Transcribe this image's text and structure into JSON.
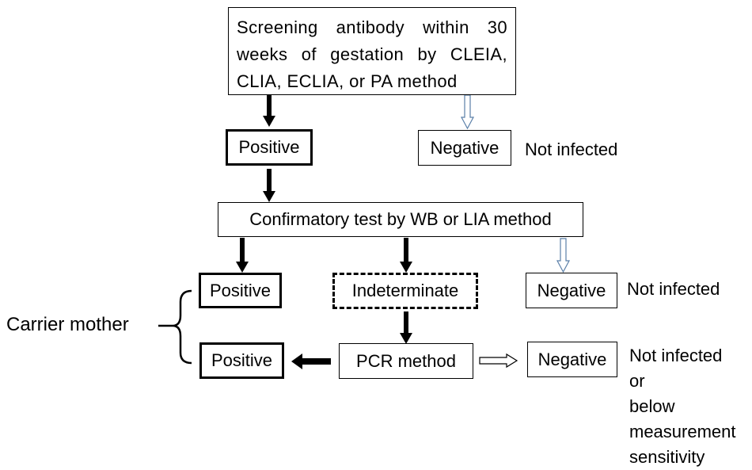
{
  "nodes": {
    "screening": "Screening antibody within 30 weeks of gestation by CLEIA, CLIA, ECLIA, or PA method",
    "positive_1": "Positive",
    "negative_1": "Negative",
    "confirmatory": "Confirmatory test by WB or LIA method",
    "positive_2": "Positive",
    "indeterminate": "Indeterminate",
    "negative_2": "Negative",
    "pcr": "PCR method",
    "positive_3": "Positive",
    "negative_3": "Negative"
  },
  "labels": {
    "not_infected_1": "Not infected",
    "not_infected_2": "Not infected",
    "not_infected_3": "Not infected\nor\nbelow\nmeasurement\nsensitivity",
    "carrier_mother": "Carrier mother"
  },
  "colors": {
    "positive_arrow": "#000000",
    "negative_arrow_stroke": "#5a7fa8"
  }
}
